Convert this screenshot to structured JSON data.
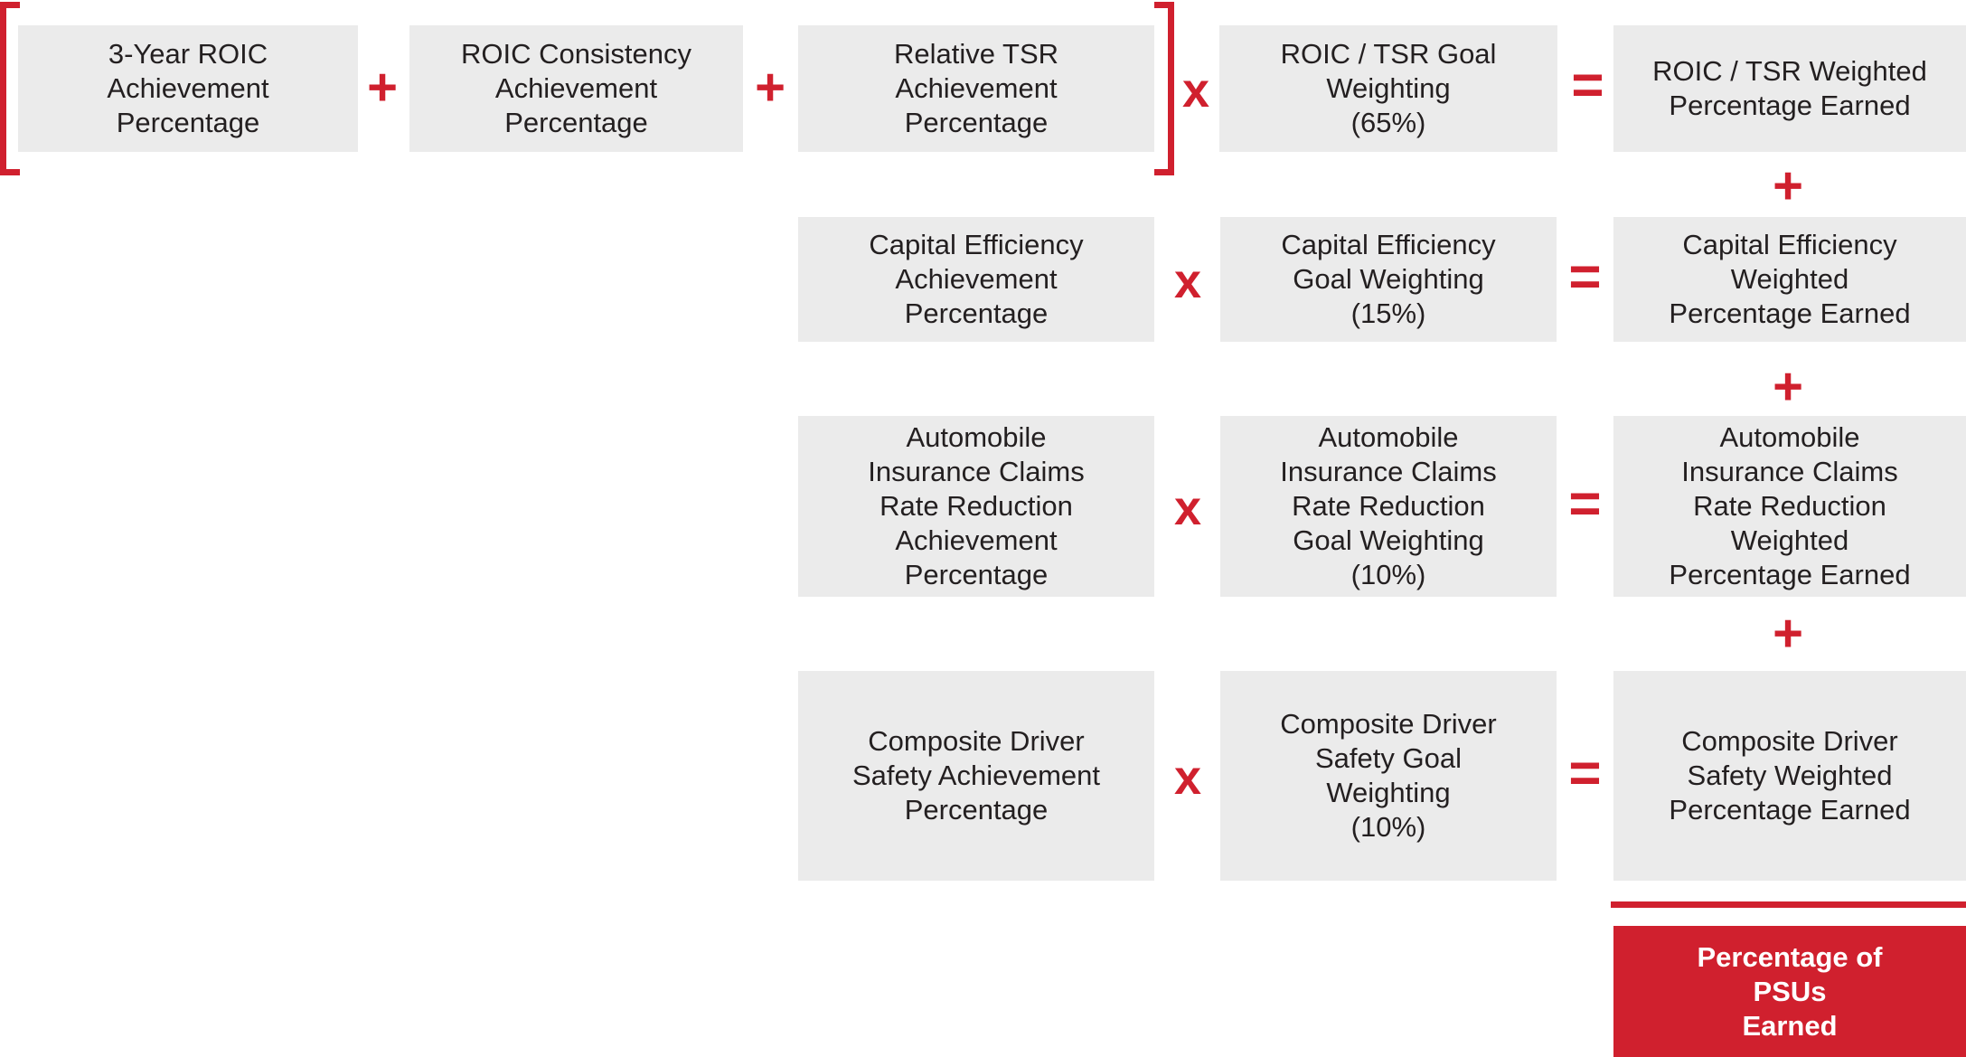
{
  "colors": {
    "accent_red": "#d0202e",
    "box_gray": "#ebebeb",
    "text_dark": "#231f20",
    "total_text": "#ffffff"
  },
  "operators": {
    "plus": "+",
    "multiply": "x",
    "equals": "="
  },
  "row1": {
    "roic_achievement": "3-Year ROIC\nAchievement\nPercentage",
    "roic_consistency": "ROIC Consistency\nAchievement\nPercentage",
    "relative_tsr": "Relative TSR\nAchievement\nPercentage",
    "goal_weighting": "ROIC / TSR Goal\nWeighting\n(65%)",
    "weighted_earned": "ROIC / TSR Weighted\nPercentage Earned"
  },
  "row2": {
    "achievement": "Capital Efficiency\nAchievement\nPercentage",
    "goal_weighting": "Capital Efficiency\nGoal Weighting\n(15%)",
    "weighted_earned": "Capital Efficiency\nWeighted\nPercentage Earned"
  },
  "row3": {
    "achievement": "Automobile\nInsurance Claims\nRate Reduction\nAchievement\nPercentage",
    "goal_weighting": "Automobile\nInsurance Claims\nRate Reduction\nGoal Weighting\n(10%)",
    "weighted_earned": "Automobile\nInsurance Claims\nRate Reduction\nWeighted\nPercentage Earned"
  },
  "row4": {
    "achievement": "Composite Driver\nSafety Achievement\nPercentage",
    "goal_weighting": "Composite Driver\nSafety Goal\nWeighting\n(10%)",
    "weighted_earned": "Composite Driver\nSafety Weighted\nPercentage Earned"
  },
  "total": {
    "label": "Percentage of\nPSUs\nEarned"
  }
}
